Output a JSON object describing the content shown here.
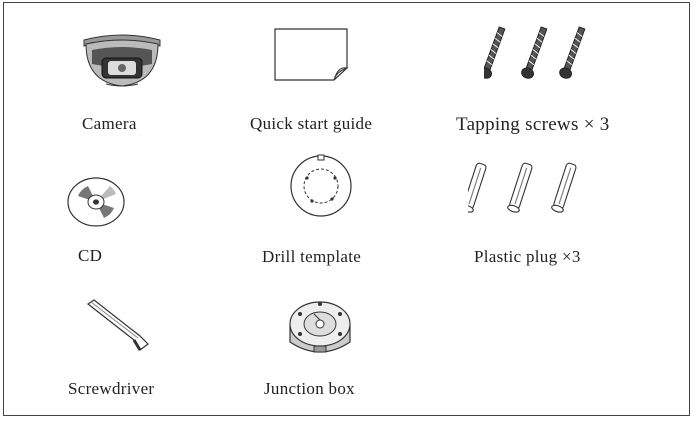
{
  "items": [
    {
      "label": "Camera",
      "icon": "dome-camera-icon"
    },
    {
      "label": "Quick start guide",
      "icon": "document-icon"
    },
    {
      "label": "Tapping screws × 3",
      "icon": "screws-icon"
    },
    {
      "label": "CD",
      "icon": "cd-icon"
    },
    {
      "label": "Drill template",
      "icon": "drill-template-icon"
    },
    {
      "label": "Plastic plug ×3",
      "icon": "plastic-plug-icon"
    },
    {
      "label": "Screwdriver",
      "icon": "hex-key-icon"
    },
    {
      "label": "Junction box",
      "icon": "junction-box-icon"
    }
  ]
}
